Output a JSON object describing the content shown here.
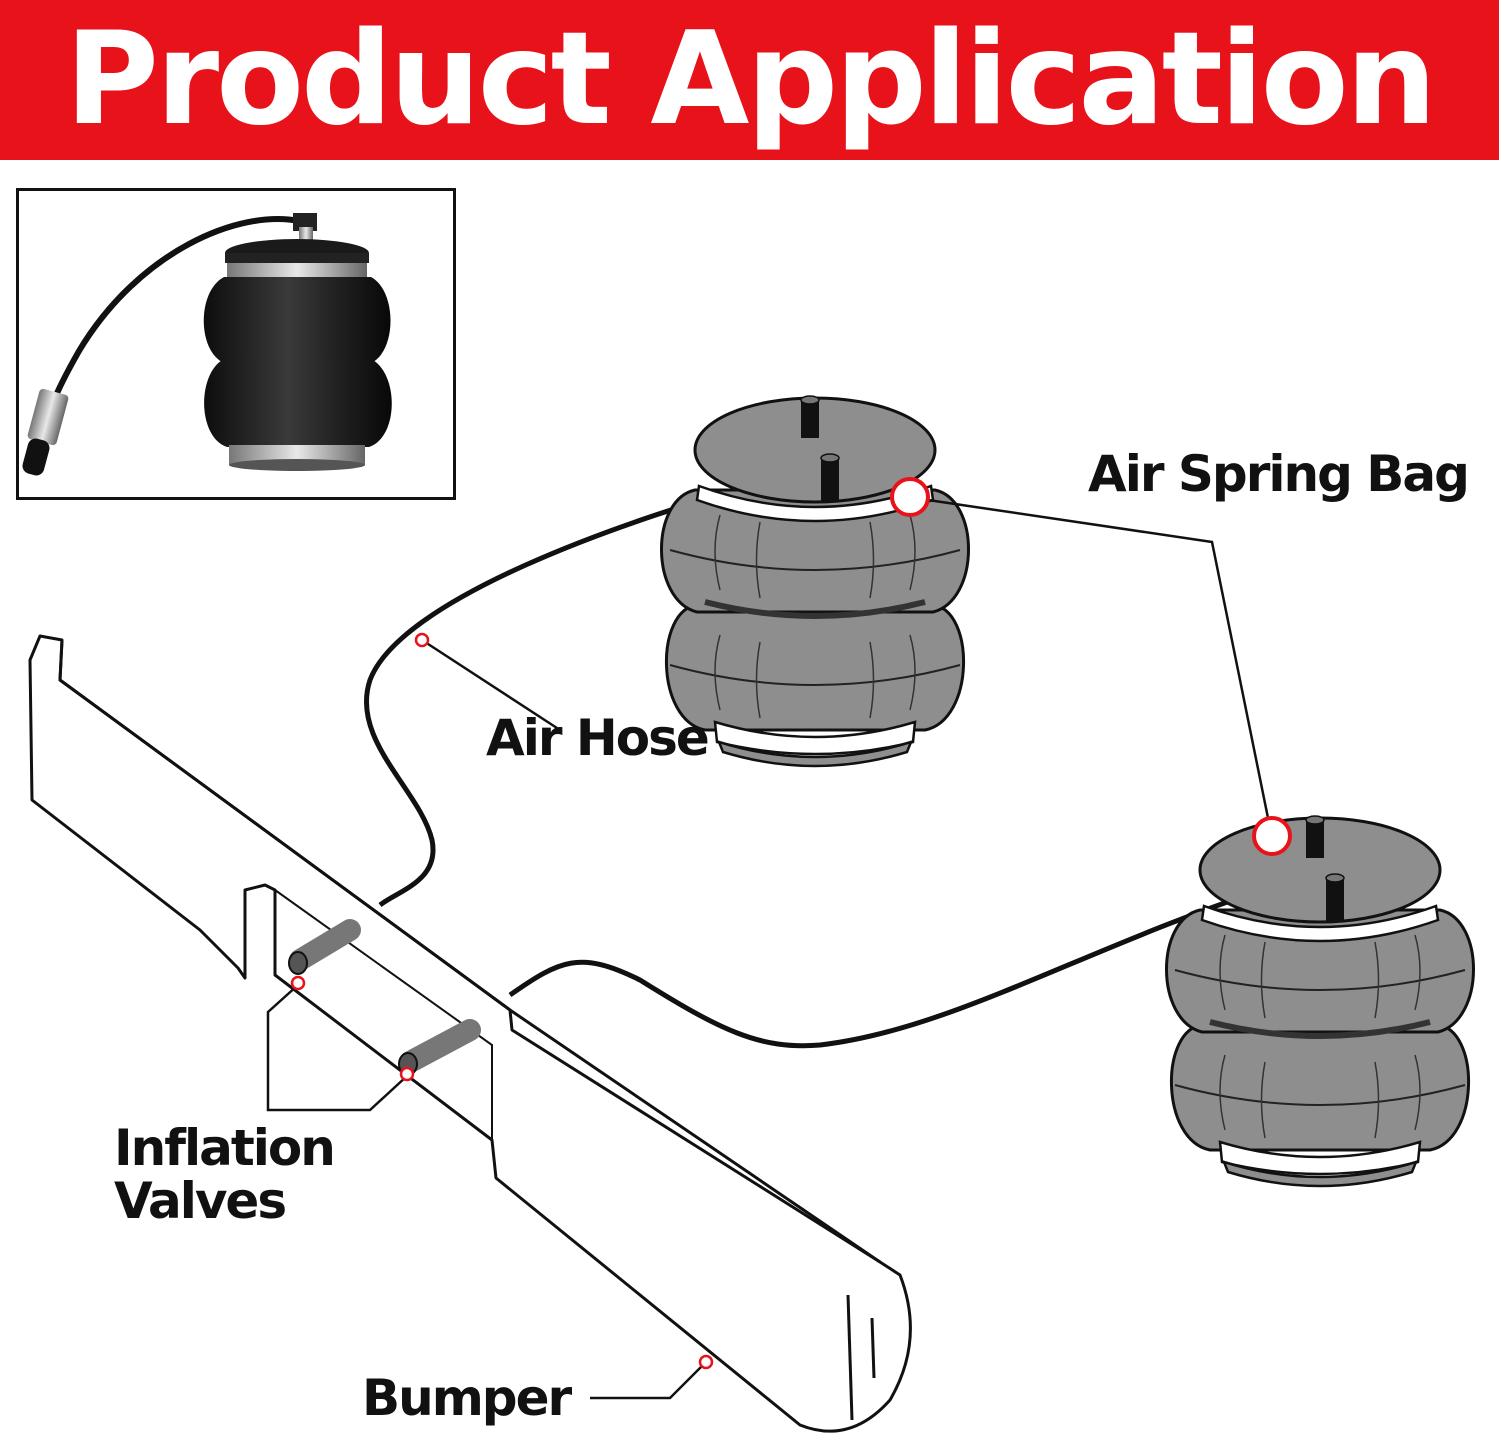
{
  "title": "Product Application",
  "labels": {
    "air_spring_bag": "Air Spring Bag",
    "air_hose": "Air Hose",
    "inflation_valves_line1": "Inflation",
    "inflation_valves_line2": "Valves",
    "bumper": "Bumper"
  },
  "colors": {
    "banner": "#e8121a",
    "bag_gray": "#8e8e8e",
    "callout_red": "#e8121a",
    "outline": "#111111"
  }
}
